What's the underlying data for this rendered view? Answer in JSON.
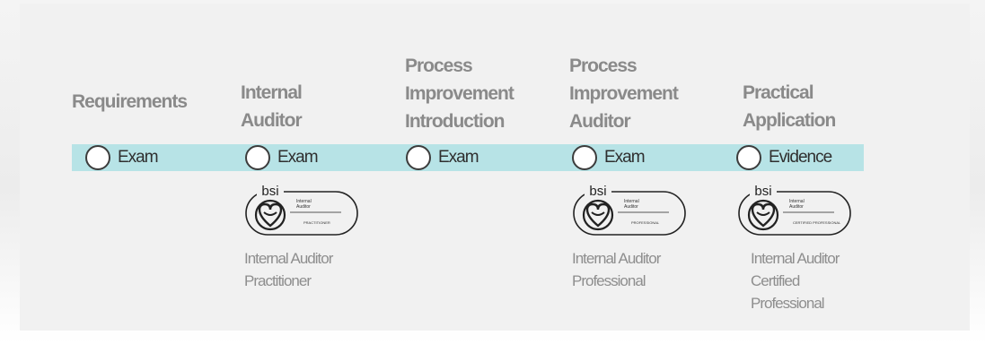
{
  "stages": [
    {
      "title": "Requirements",
      "step": "Exam"
    },
    {
      "title": "Internal\nAuditor",
      "step": "Exam"
    },
    {
      "title": "Process\nImprovement\nIntroduction",
      "step": "Exam"
    },
    {
      "title": "Process\nImprovement\nAuditor",
      "step": "Exam"
    },
    {
      "title": "Practical\nApplication",
      "step": "Evidence"
    }
  ],
  "badges": [
    {
      "brand": "bsi",
      "line1": "Internal",
      "line2": "Auditor",
      "tier": "PRACTITIONER",
      "caption": "Internal Auditor\nPractitioner"
    },
    {
      "brand": "bsi",
      "line1": "Internal",
      "line2": "Auditor",
      "tier": "PROFESSIONAL",
      "caption": "Internal Auditor\nProfessional"
    },
    {
      "brand": "bsi",
      "line1": "Internal",
      "line2": "Auditor",
      "tier": "CERTIFIED PROFESSIONAL",
      "caption": "Internal Auditor\nCertified\nProfessional"
    }
  ],
  "colors": {
    "band": "#b7e3e6",
    "title_text": "#8a8a8a",
    "circle_border": "#3c3c3c"
  }
}
